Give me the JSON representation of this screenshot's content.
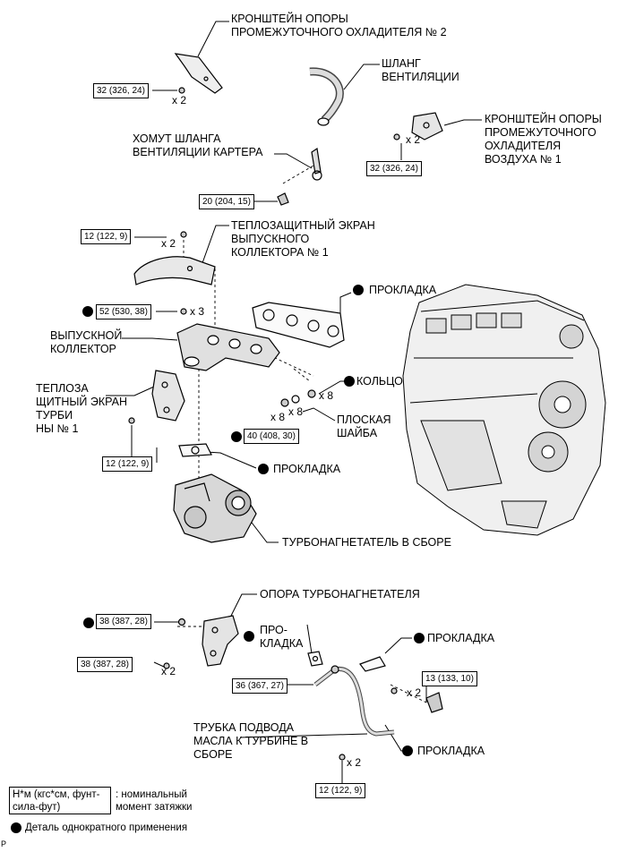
{
  "labels": {
    "bracket2": [
      "КРОНШТЕЙН ОПОРЫ",
      "ПРОМЕЖУТОЧНОГО ОХЛАДИТЕЛЯ № 2"
    ],
    "vent_hose": [
      "ШЛАНГ",
      "ВЕНТИЛЯЦИИ"
    ],
    "bracket1": [
      "КРОНШТЕЙН ОПОРЫ",
      "ПРОМЕЖУТОЧНОГО",
      "ОХЛАДИТЕЛЯ",
      "ВОЗДУХА № 1"
    ],
    "clamp": [
      "ХОМУТ ШЛАНГА",
      "ВЕНТИЛЯЦИИ КАРТЕРА"
    ],
    "heat_shield_manifold": [
      "ТЕПЛОЗАЩИТНЫЙ ЭКРАН",
      "ВЫПУСКНОГО",
      "КОЛЛЕКТОРА № 1"
    ],
    "gasket_top": "ПРОКЛАДКА",
    "exhaust_manifold": [
      "ВЫПУСКНОЙ",
      "КОЛЛЕКТОР"
    ],
    "ring": "КОЛЬЦО",
    "turbo_shield": [
      "ТЕПЛОЗА",
      "ЩИТНЫЙ ЭКРАН",
      "ТУРБИ",
      "НЫ № 1"
    ],
    "flat_washer": [
      "ПЛОСКАЯ",
      "ШАЙБА"
    ],
    "gasket_mid": "ПРОКЛАДКА",
    "turbo_assy": "ТУРБОНАГНЕТАТЕЛЬ В СБОРЕ",
    "turbo_support": "ОПОРА ТУРБОНАГНЕТАТЕЛЯ",
    "gasket_small": [
      "ПРО-",
      "КЛАДКА"
    ],
    "gasket_right": "ПРОКЛАДКА",
    "oil_pipe": [
      "ТРУБКА ПОДВОДА",
      "МАСЛА К ТУРБИНЕ В",
      "СБОРЕ"
    ],
    "gasket_bottom": "ПРОКЛАДКА"
  },
  "torques": {
    "t1": "32 (326, 24)",
    "t2": "32 (326, 24)",
    "t3": "20 (204, 15)",
    "t4": "12 (122, 9)",
    "t5": "52 (530, 38)",
    "t6": "40 (408, 30)",
    "t7": "12 (122, 9)",
    "t8": "38 (387, 28)",
    "t9": "38 (387, 28)",
    "t10": "36 (367, 27)",
    "t11": "13 (133, 10)",
    "t12": "12 (122, 9)"
  },
  "multipliers": {
    "m1": "x 2",
    "m2": "x 2",
    "m3": "x 2",
    "m4": "x 3",
    "m5": "x 8",
    "m6": "x 8",
    "m7": "x 8",
    "m8": "x 2",
    "m9": "x 2",
    "m10": "x 2"
  },
  "legend": {
    "unit": "Н*м (кгс*см, фунт-сила-фут)",
    "torque_note": [
      ": номинальный",
      "момент затяжки"
    ],
    "single_use": "Деталь однократного применения"
  },
  "corner_mark": "P"
}
